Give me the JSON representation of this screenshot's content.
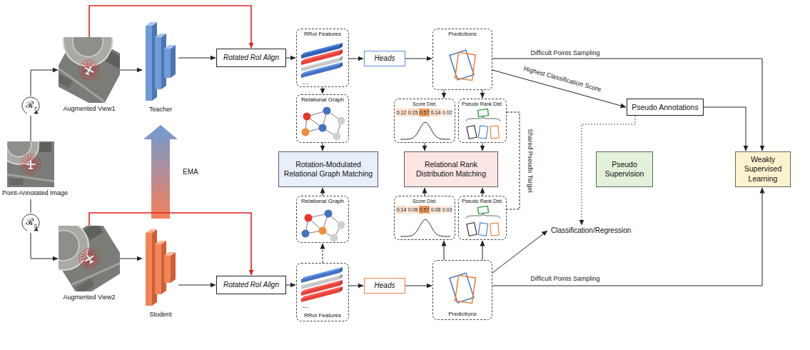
{
  "diagram": {
    "nodes": [
      {
        "text": [
          "Point-Annotated Image"
        ]
      },
      {
        "text": [
          "Augmented View1"
        ]
      },
      {
        "text": [
          "Augmented View2"
        ]
      },
      {
        "text": [
          "Teacher"
        ]
      },
      {
        "text": [
          "Student"
        ]
      },
      {
        "text": [
          "Rotated RoI Align"
        ]
      },
      {
        "text": [
          "Rotated RoI Align"
        ]
      },
      {
        "text": [
          "RRoI Features"
        ]
      },
      {
        "text": [
          "RRoI Features"
        ]
      },
      {
        "text": [
          "Heads"
        ]
      },
      {
        "text": [
          "Heads"
        ]
      },
      {
        "text": [
          "Predictions"
        ]
      },
      {
        "text": [
          "Predictions"
        ]
      },
      {
        "text": [
          "Relational Graph"
        ]
      },
      {
        "text": [
          "Relational Graph"
        ]
      },
      {
        "text": [
          "Rotation-Modulated Relational Graph Matching"
        ]
      },
      {
        "text": [
          "Score Dist.",
          "0.12",
          "0.15",
          "0.57",
          "0.14",
          "0.02"
        ]
      },
      {
        "text": [
          "Pseudo Rank Dist."
        ]
      },
      {
        "text": [
          "Relational Rank Distribution Matching"
        ]
      },
      {
        "text": [
          "Score Dist.",
          "0.14",
          "0.08",
          "0.57",
          "0.08",
          "0.03"
        ]
      },
      {
        "text": [
          "Pseudo Rank Dist."
        ]
      },
      {
        "text": [
          "Pseudo Annotations"
        ]
      },
      {
        "text": [
          "Pseudo Supervision"
        ]
      },
      {
        "text": [
          "Weakly Supervised Learning"
        ]
      },
      {
        "text": [
          "Classification/Regression"
        ]
      }
    ],
    "edges": [
      {
        "from": 0,
        "to": 1,
        "arrow": "to"
      },
      {
        "from": 0,
        "to": 2,
        "arrow": "to"
      },
      {
        "from": 1,
        "to": 3,
        "arrow": "to"
      },
      {
        "from": 2,
        "to": 4,
        "arrow": "to"
      },
      {
        "from": 4,
        "to": 3,
        "label": "EMA",
        "arrow": "to"
      },
      {
        "from": 1,
        "to": 5,
        "arrow": "to"
      },
      {
        "from": 2,
        "to": 6,
        "arrow": "to"
      },
      {
        "from": 3,
        "to": 5,
        "arrow": "to"
      },
      {
        "from": 4,
        "to": 6,
        "arrow": "to"
      },
      {
        "from": 5,
        "to": 7,
        "arrow": "to"
      },
      {
        "from": 6,
        "to": 8,
        "arrow": "to"
      },
      {
        "from": 7,
        "to": 9,
        "arrow": "to"
      },
      {
        "from": 8,
        "to": 10,
        "arrow": "to"
      },
      {
        "from": 9,
        "to": 11,
        "arrow": "to"
      },
      {
        "from": 10,
        "to": 12,
        "arrow": "to"
      },
      {
        "from": 7,
        "to": 13,
        "arrow": "to"
      },
      {
        "from": 8,
        "to": 14,
        "arrow": "to"
      },
      {
        "from": 13,
        "to": 15,
        "arrow": "to"
      },
      {
        "from": 14,
        "to": 15,
        "arrow": "to"
      },
      {
        "from": 11,
        "to": 16,
        "arrow": "to"
      },
      {
        "from": 11,
        "to": 17,
        "arrow": "to"
      },
      {
        "from": 12,
        "to": 19,
        "arrow": "to"
      },
      {
        "from": 12,
        "to": 20,
        "arrow": "to"
      },
      {
        "from": 16,
        "to": 18,
        "arrow": "to"
      },
      {
        "from": 17,
        "to": 18,
        "arrow": "to"
      },
      {
        "from": 19,
        "to": 18,
        "arrow": "to"
      },
      {
        "from": 20,
        "to": 18,
        "arrow": "to"
      },
      {
        "from": 17,
        "to": 20,
        "label": "Shared Pseudo Target",
        "arrow": "none"
      },
      {
        "from": 11,
        "to": 21,
        "label": "Highest Classification Score",
        "arrow": "to"
      },
      {
        "from": 11,
        "to": 23,
        "label": "Difficult Points Sampling",
        "arrow": "to"
      },
      {
        "from": 12,
        "to": 23,
        "label": "Difficult Points Sampling",
        "arrow": "to"
      },
      {
        "from": 21,
        "to": 23,
        "arrow": "to"
      },
      {
        "from": 21,
        "to": 24,
        "arrow": "to"
      },
      {
        "from": 12,
        "to": 24,
        "arrow": "to"
      }
    ],
    "labels": [
      "ℛ",
      "T",
      "ℛ",
      "S",
      "...",
      "..."
    ]
  }
}
